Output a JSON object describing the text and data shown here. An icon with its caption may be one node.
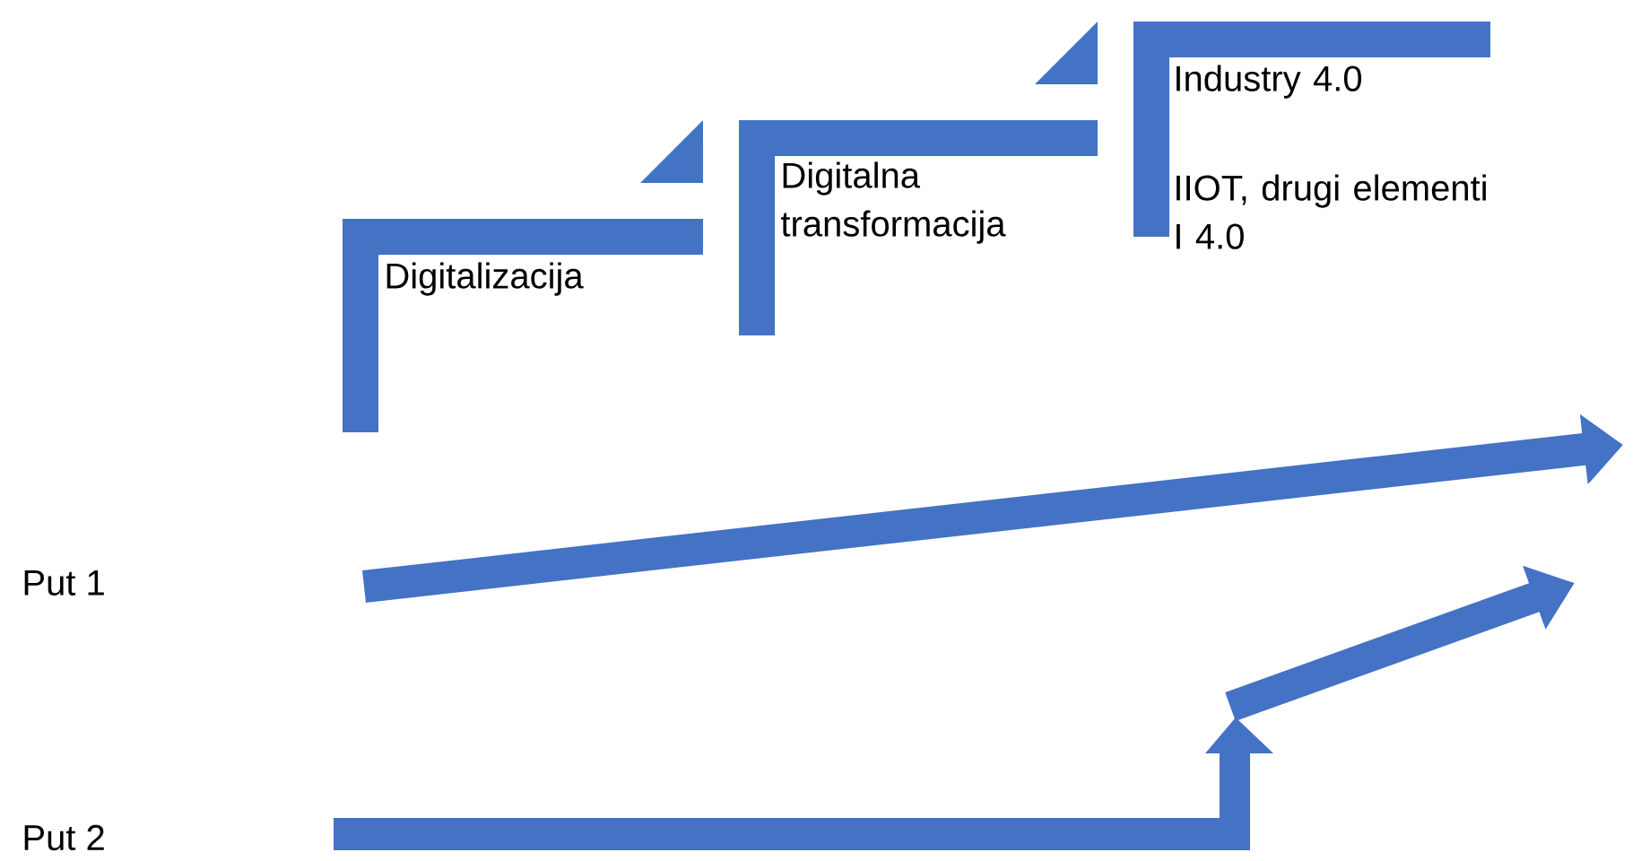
{
  "diagram": {
    "nodes": [
      {
        "text": [
          "Digitalizacija"
        ]
      },
      {
        "text": [
          "Digitalna transformacija"
        ]
      },
      {
        "text": [
          "Industry 4.0",
          "IIOT, drugi elementi I 4.0"
        ]
      }
    ],
    "labels": [
      "Put 1",
      "Put 2"
    ]
  }
}
